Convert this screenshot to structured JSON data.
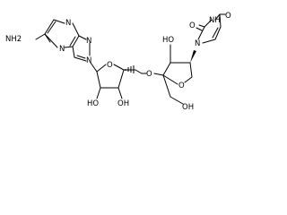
{
  "labels": {
    "nh2": "NH2",
    "n1": "N",
    "n3": "N",
    "n7": "N",
    "n9": "N",
    "o_ring_left": "O",
    "o_ring_right": "O",
    "o_link": "O",
    "ho_left_a": "HO",
    "oh_left_b": "OH",
    "ho_right_top": "HO",
    "oh_right_bottom": "OH",
    "n_ura_1": "N",
    "nh_ura_3": "NH",
    "o_ura_2": "O",
    "o_ura_4": "O"
  }
}
